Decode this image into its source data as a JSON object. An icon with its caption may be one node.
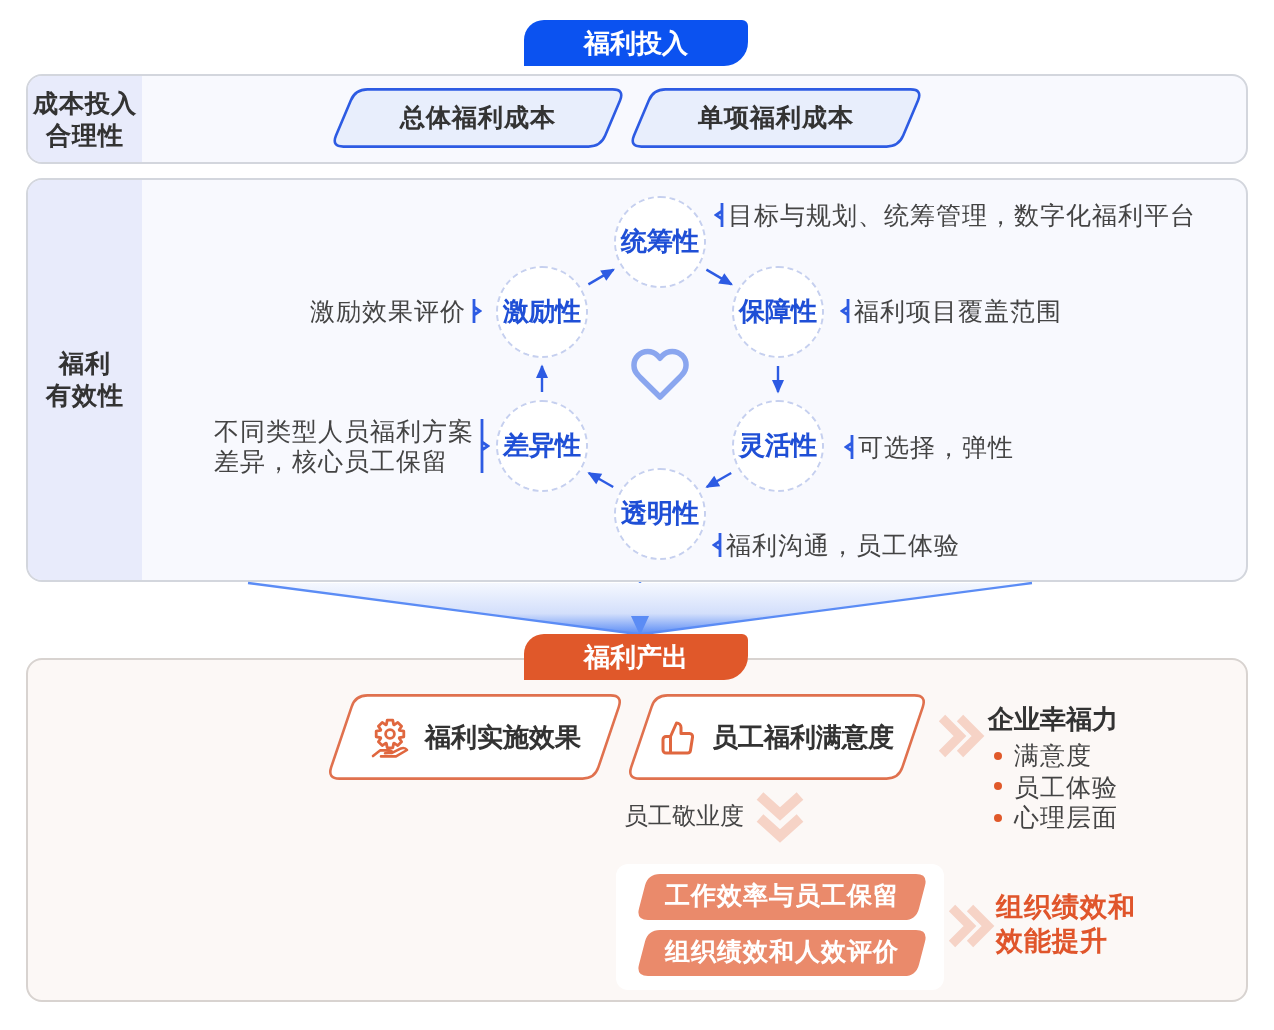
{
  "diagram": {
    "nodes": [
      {
        "text": [
          "福利投入"
        ]
      },
      {
        "text": [
          "成本投入合理性"
        ]
      },
      {
        "text": [
          "总体福利成本"
        ],
        "in": 1
      },
      {
        "text": [
          "单项福利成本"
        ],
        "in": 1
      },
      {
        "text": [
          "福利有效性"
        ]
      },
      {
        "text": [
          "统筹性"
        ],
        "in": 4,
        "beside": [
          "目标与规划、统筹管理，数字化福利平台"
        ]
      },
      {
        "text": [
          "保障性"
        ],
        "in": 4,
        "beside": [
          "福利项目覆盖范围"
        ]
      },
      {
        "text": [
          "灵活性"
        ],
        "in": 4,
        "beside": [
          "可选择，弹性"
        ]
      },
      {
        "text": [
          "透明性"
        ],
        "in": 4,
        "beside": [
          "福利沟通，员工体验"
        ]
      },
      {
        "text": [
          "差异性"
        ],
        "in": 4,
        "beside": [
          "不同类型人员福利方案差异，核心员工保留"
        ]
      },
      {
        "text": [
          "激励性"
        ],
        "in": 4,
        "beside": [
          "激励效果评价"
        ]
      },
      {
        "text": [
          "福利产出"
        ]
      },
      {
        "text": [],
        "shape": "box"
      },
      {
        "text": [
          "福利实施效果"
        ],
        "in": 12
      },
      {
        "text": [
          "员工福利满意度"
        ],
        "in": 12
      },
      {
        "text": [
          "企业幸福力",
          "满意度",
          "员工体验",
          "心理层面"
        ],
        "in": 12
      },
      {
        "text": [],
        "shape": "box",
        "in": 12
      },
      {
        "text": [
          "工作效率与员工保留"
        ],
        "in": 16
      },
      {
        "text": [
          "组织绩效和人效评价"
        ],
        "in": 16
      },
      {
        "text": [
          "组织绩效和效能提升"
        ],
        "in": 12
      }
    ],
    "edges": [
      {
        "from": 4,
        "to": 11,
        "arrow": "to",
        "color": "#5b8cf5"
      },
      {
        "from": 10,
        "to": 5,
        "arrow": "to"
      },
      {
        "from": 5,
        "to": 6,
        "arrow": "to"
      },
      {
        "from": 6,
        "to": 7,
        "arrow": "to"
      },
      {
        "from": 7,
        "to": 8,
        "arrow": "to"
      },
      {
        "from": 8,
        "to": 9,
        "arrow": "to"
      },
      {
        "from": 9,
        "to": 10,
        "arrow": "to"
      },
      {
        "from": 14,
        "to": 15,
        "arrow": "to",
        "style": "thick",
        "color": "#f6d3c6"
      },
      {
        "from": 14,
        "to": 16,
        "arrow": "to",
        "label": "员工敬业度",
        "style": "thick",
        "color": "#f6d3c6"
      },
      {
        "from": 16,
        "to": 19,
        "arrow": "to",
        "style": "thick",
        "color": "#f6d3c6"
      }
    ]
  }
}
